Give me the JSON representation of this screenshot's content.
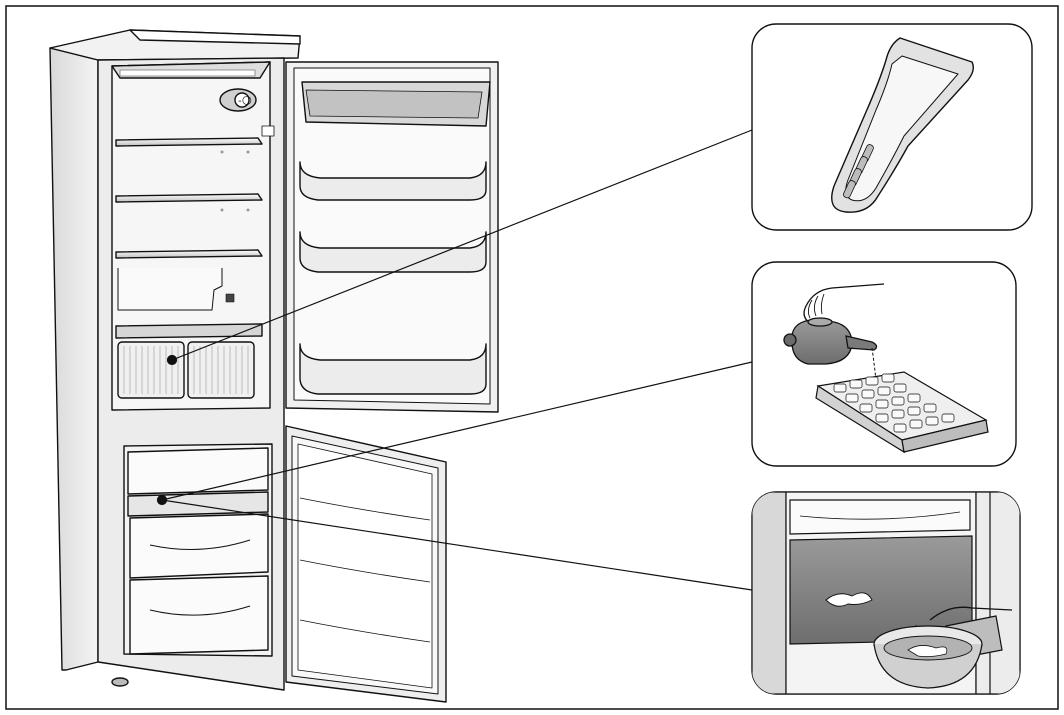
{
  "figure": {
    "frame": "border",
    "callouts": [
      {
        "id": "ice-scraper",
        "depicts": "scraper-icon"
      },
      {
        "id": "ice-tray-filling",
        "depicts": "kettle-icon"
      },
      {
        "id": "defrost-water-collection",
        "depicts": "bowl-icon"
      }
    ]
  },
  "colors": {
    "line": "#111111",
    "light_gray": "#e6e6e6",
    "mid_gray": "#bdbdbd",
    "dark_gray": "#8c8c8c"
  }
}
